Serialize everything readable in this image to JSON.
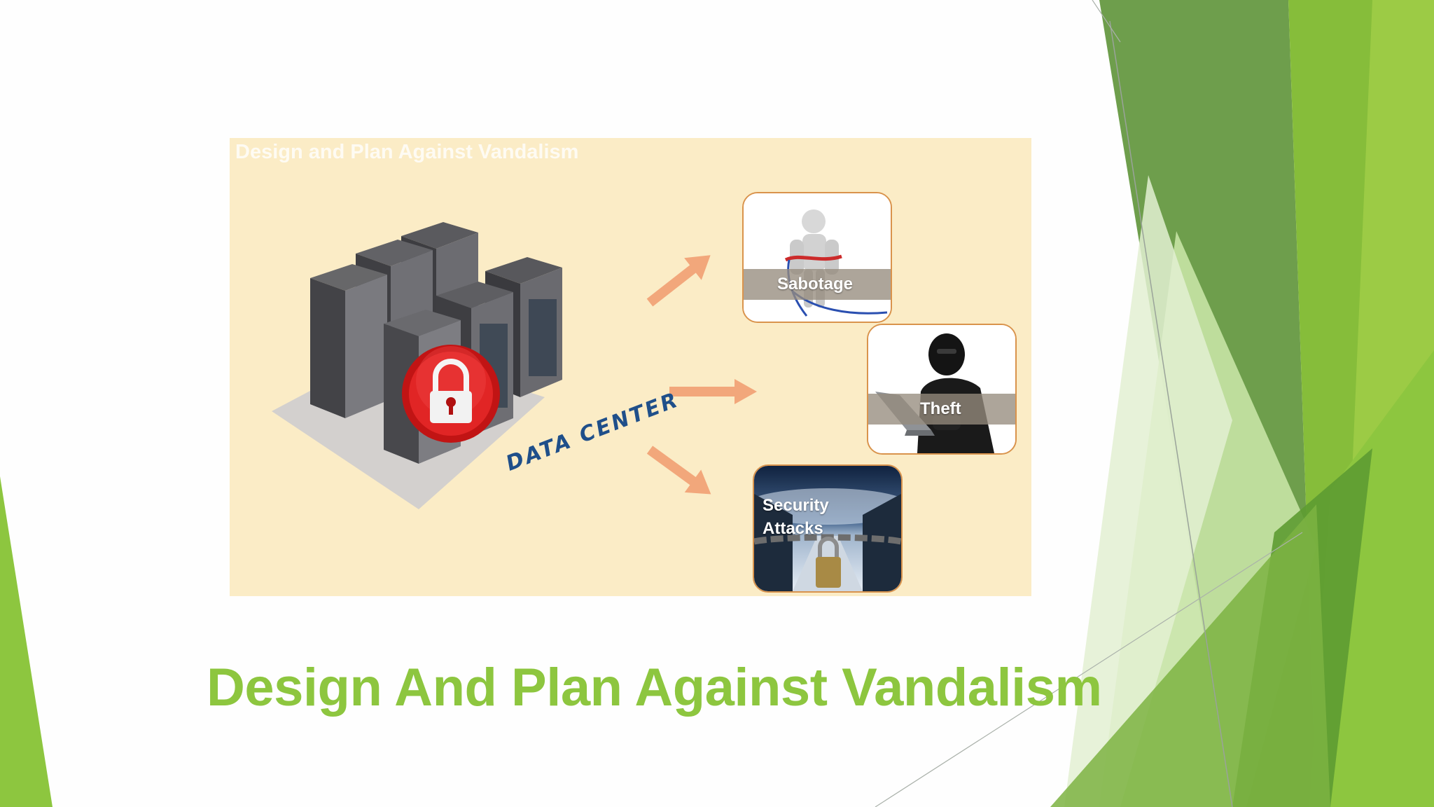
{
  "slide": {
    "title": "Design And Plan Against Vandalism"
  },
  "picture": {
    "heading": "Design and Plan Against Vandalism",
    "data_center_label": "DATA CENTER",
    "lock_icon": "padlock-icon",
    "threats": [
      {
        "label": "Sabotage",
        "icon": "figure-cutting-cable-icon"
      },
      {
        "label": "Theft",
        "icon": "masked-thief-with-laptop-icon"
      },
      {
        "label": "Security Attacks",
        "icon": "chained-padlock-server-aisle-icon"
      }
    ]
  },
  "colors": {
    "title": "#8dc63f",
    "picture_background": "#fbecc6",
    "arrow": "#f2a77b",
    "card_border": "#d9934c",
    "accent_green": "#8dc63f",
    "dark_green": "#5e9e3c"
  }
}
